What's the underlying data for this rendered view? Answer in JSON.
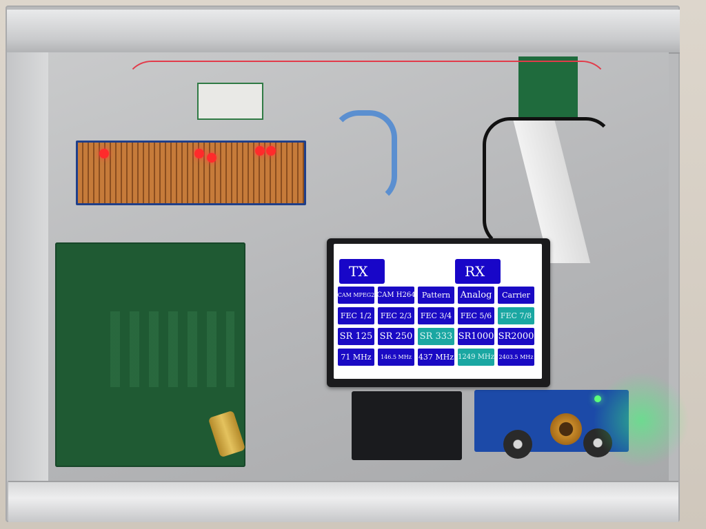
{
  "screen": {
    "tx_header": "TX",
    "rx_header": "RX",
    "rows": [
      [
        {
          "label": "CAM MPEG2",
          "selected": false
        },
        {
          "label": "CAM H264",
          "selected": false
        },
        {
          "label": "Pattern",
          "selected": false
        },
        {
          "label": "Analog",
          "selected": false
        },
        {
          "label": "Carrier",
          "selected": false
        }
      ],
      [
        {
          "label": "FEC 1/2",
          "selected": false
        },
        {
          "label": "FEC 2/3",
          "selected": false
        },
        {
          "label": "FEC 3/4",
          "selected": false
        },
        {
          "label": "FEC 5/6",
          "selected": false
        },
        {
          "label": "FEC 7/8",
          "selected": true
        }
      ],
      [
        {
          "label": "SR 125",
          "selected": false
        },
        {
          "label": "SR 250",
          "selected": false
        },
        {
          "label": "SR 333",
          "selected": true
        },
        {
          "label": "SR1000",
          "selected": false
        },
        {
          "label": "SR2000",
          "selected": false
        }
      ],
      [
        {
          "label": "71 MHz",
          "selected": false
        },
        {
          "label": "146.5 MHz",
          "selected": false
        },
        {
          "label": "437 MHz",
          "selected": false
        },
        {
          "label": "1249 MHz",
          "selected": true
        },
        {
          "label": "2403.5 MHz",
          "selected": false
        }
      ]
    ],
    "colors": {
      "button": "#1a0ac4",
      "selected": "#1aa7a2",
      "screen_bg": "#ffffff"
    }
  },
  "hardware": {
    "status_led_color": "#5cff7a",
    "indicator_led_color": "#ff2b2b"
  }
}
